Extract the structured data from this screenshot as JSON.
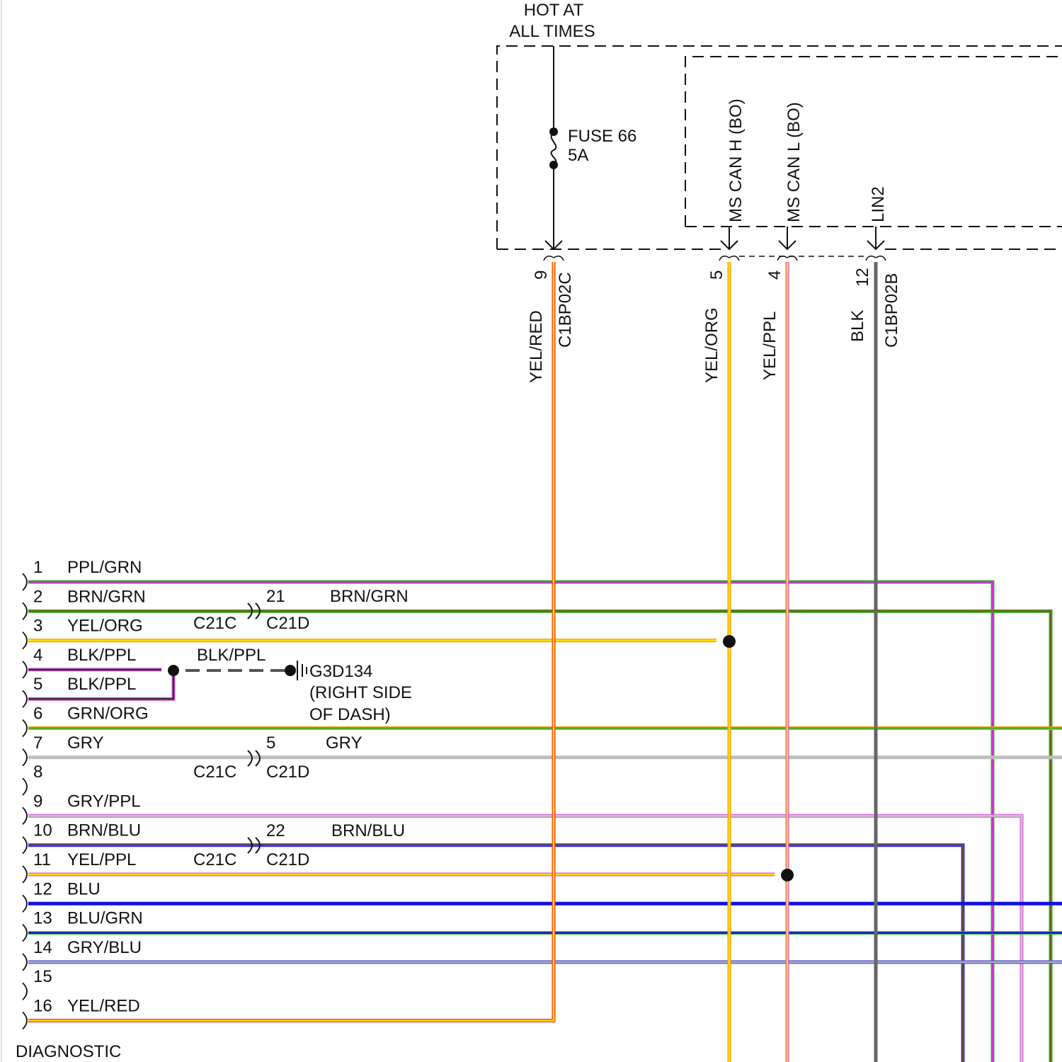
{
  "header": {
    "line1": "HOT AT",
    "line2": "ALL TIMES"
  },
  "fuse": {
    "name": "FUSE 66",
    "rating": "5A"
  },
  "module_pins": {
    "can_h": "MS CAN H (BO)",
    "can_l": "MS CAN L (BO)",
    "lin": "LIN2"
  },
  "vertical_wires": [
    {
      "pin": "9",
      "color_label": "YEL/RED",
      "connector": "C1BP02C",
      "colors": [
        "#ffe000",
        "#ff3020"
      ]
    },
    {
      "pin": "5",
      "color_label": "YEL/ORG",
      "colors": [
        "#ffe000",
        "#ff9a00"
      ]
    },
    {
      "pin": "4",
      "color_label": "YEL/PPL",
      "colors": [
        "#ffe000",
        "#e050e0"
      ]
    },
    {
      "pin": "12",
      "color_label": "BLK",
      "connector": "C1BP02B",
      "colors": [
        "#666666"
      ]
    }
  ],
  "dlc_pins": [
    {
      "num": "1",
      "label": "PPL/GRN",
      "colors": [
        "#e020e0",
        "#20c020"
      ]
    },
    {
      "num": "2",
      "label": "BRN/GRN",
      "colors": [
        "#7a5a20",
        "#20c020"
      ]
    },
    {
      "num": "3",
      "label": "YEL/ORG",
      "colors": [
        "#ffe000",
        "#ff9a00"
      ]
    },
    {
      "num": "4",
      "label": "BLK/PPL",
      "colors": [
        "#333333",
        "#e050e0"
      ]
    },
    {
      "num": "5",
      "label": "BLK/PPL",
      "colors": [
        "#333333",
        "#e050e0"
      ]
    },
    {
      "num": "6",
      "label": "GRN/ORG",
      "colors": [
        "#40b020",
        "#ffa000"
      ]
    },
    {
      "num": "7",
      "label": "GRY",
      "colors": [
        "#bdbdbd"
      ]
    },
    {
      "num": "8",
      "label": ""
    },
    {
      "num": "9",
      "label": "GRY/PPL",
      "colors": [
        "#c8c8c8",
        "#e060e0"
      ]
    },
    {
      "num": "10",
      "label": "BRN/BLU",
      "colors": [
        "#6a4a20",
        "#3030ff"
      ]
    },
    {
      "num": "11",
      "label": "YEL/PPL",
      "colors": [
        "#ffe000",
        "#e050e0"
      ]
    },
    {
      "num": "12",
      "label": "BLU",
      "colors": [
        "#1010e0"
      ]
    },
    {
      "num": "13",
      "label": "BLU/GRN",
      "colors": [
        "#1010e0",
        "#30c030"
      ]
    },
    {
      "num": "14",
      "label": "GRY/BLU",
      "colors": [
        "#b0b0b0",
        "#5050e0"
      ]
    },
    {
      "num": "15",
      "label": ""
    },
    {
      "num": "16",
      "label": "YEL/RED",
      "colors": [
        "#ffe000",
        "#ff3020"
      ]
    }
  ],
  "inline_connectors": [
    {
      "pin": "21",
      "label": "BRN/GRN",
      "left": "C21C",
      "right": "C21D"
    },
    {
      "pin": "5",
      "label": "GRY",
      "left": "C21C",
      "right": "C21D"
    },
    {
      "pin": "22",
      "label": "BRN/BLU",
      "left": "C21C",
      "right": "C21D"
    }
  ],
  "ground": {
    "wire_label": "BLK/PPL",
    "id": "G3D134",
    "line1": "(RIGHT SIDE",
    "line2": "OF DASH)"
  },
  "connector_name": "DIAGNOSTIC"
}
